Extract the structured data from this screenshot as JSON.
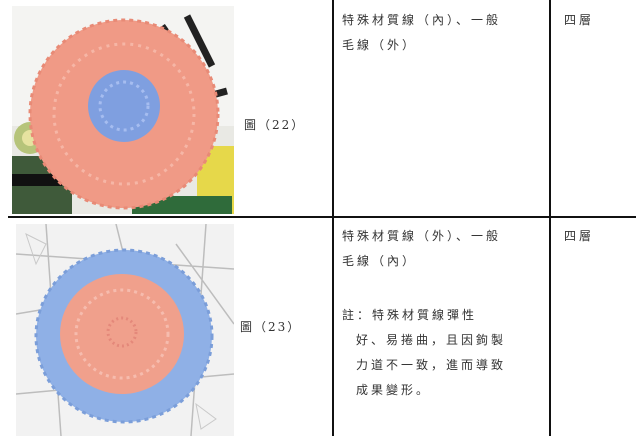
{
  "rows": [
    {
      "figure_label": "圖（22）",
      "yarn_text": [
        "特殊材質線（內）、一般",
        "毛線（外）"
      ],
      "layers": "四層",
      "note": []
    },
    {
      "figure_label": "圖（23）",
      "yarn_text": [
        "特殊材質線（外）、一般",
        "毛線（內）"
      ],
      "layers": "四層",
      "note": [
        "註：特殊材質線彈性",
        "好、易捲曲，且因鉤製",
        "力道不一致，進而導致",
        "成果變形。"
      ]
    }
  ],
  "colors": {
    "salmon": "#f0a08c",
    "blue": "#8fb0e6",
    "border": "#111111"
  }
}
